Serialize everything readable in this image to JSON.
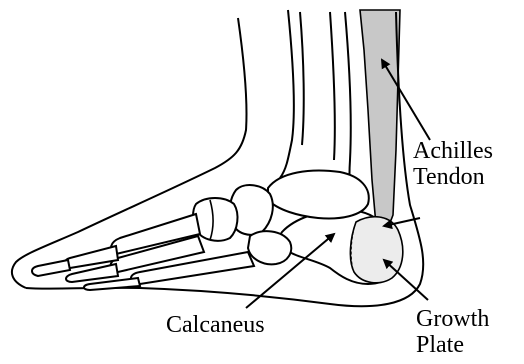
{
  "labels": {
    "achilles_line1": "Achilles",
    "achilles_line2": "Tendon",
    "calcaneus": "Calcaneus",
    "growth_line1": "Growth",
    "growth_line2": "Plate"
  },
  "colors": {
    "outline": "#000000",
    "tendon_fill": "#c8c8c8",
    "growth_plate_fill": "#ececec",
    "background": "#ffffff"
  }
}
